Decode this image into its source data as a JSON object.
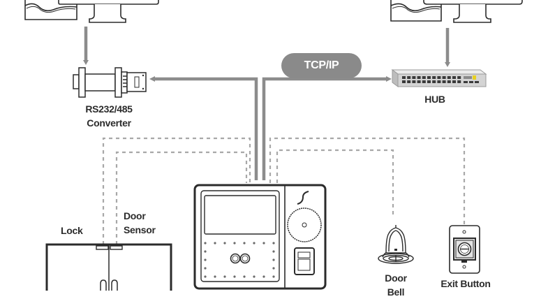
{
  "diagram": {
    "title": "Access control system wiring diagram",
    "network_label": "TCP/IP",
    "components": [
      {
        "id": "pc-left",
        "type": "computer",
        "label": ""
      },
      {
        "id": "pc-right",
        "type": "computer",
        "label": ""
      },
      {
        "id": "converter",
        "type": "converter",
        "label_lines": [
          "RS232/485",
          "Converter"
        ]
      },
      {
        "id": "hub",
        "type": "network-hub",
        "label": "HUB"
      },
      {
        "id": "terminal",
        "type": "biometric-terminal",
        "label": ""
      },
      {
        "id": "lock",
        "type": "lock",
        "label": "Lock"
      },
      {
        "id": "door-sensor",
        "type": "door-sensor",
        "label_lines": [
          "Door",
          "Sensor"
        ]
      },
      {
        "id": "door-bell",
        "type": "door-bell",
        "label_lines": [
          "Door",
          "Bell"
        ]
      },
      {
        "id": "exit-button",
        "type": "exit-button",
        "label": "Exit Button"
      }
    ],
    "connections": [
      {
        "from": "pc-left",
        "to": "converter",
        "style": "solid"
      },
      {
        "from": "pc-right",
        "to": "hub",
        "style": "solid"
      },
      {
        "from": "terminal",
        "to": "converter",
        "style": "solid"
      },
      {
        "from": "terminal",
        "to": "hub",
        "style": "solid",
        "label": "TCP/IP"
      },
      {
        "from": "terminal",
        "to": "lock",
        "style": "dashed"
      },
      {
        "from": "terminal",
        "to": "door-sensor",
        "style": "dashed"
      },
      {
        "from": "terminal",
        "to": "door-bell",
        "style": "dashed"
      },
      {
        "from": "terminal",
        "to": "exit-button",
        "style": "dashed"
      }
    ]
  },
  "colors": {
    "cable": "#8c8c8c",
    "dashed_wire": "#a8a8a8",
    "outline": "#2b2b2b",
    "pill": "#8a8a8a",
    "hub_body": "#d4d4d4",
    "hub_accent": "#e8d020"
  }
}
